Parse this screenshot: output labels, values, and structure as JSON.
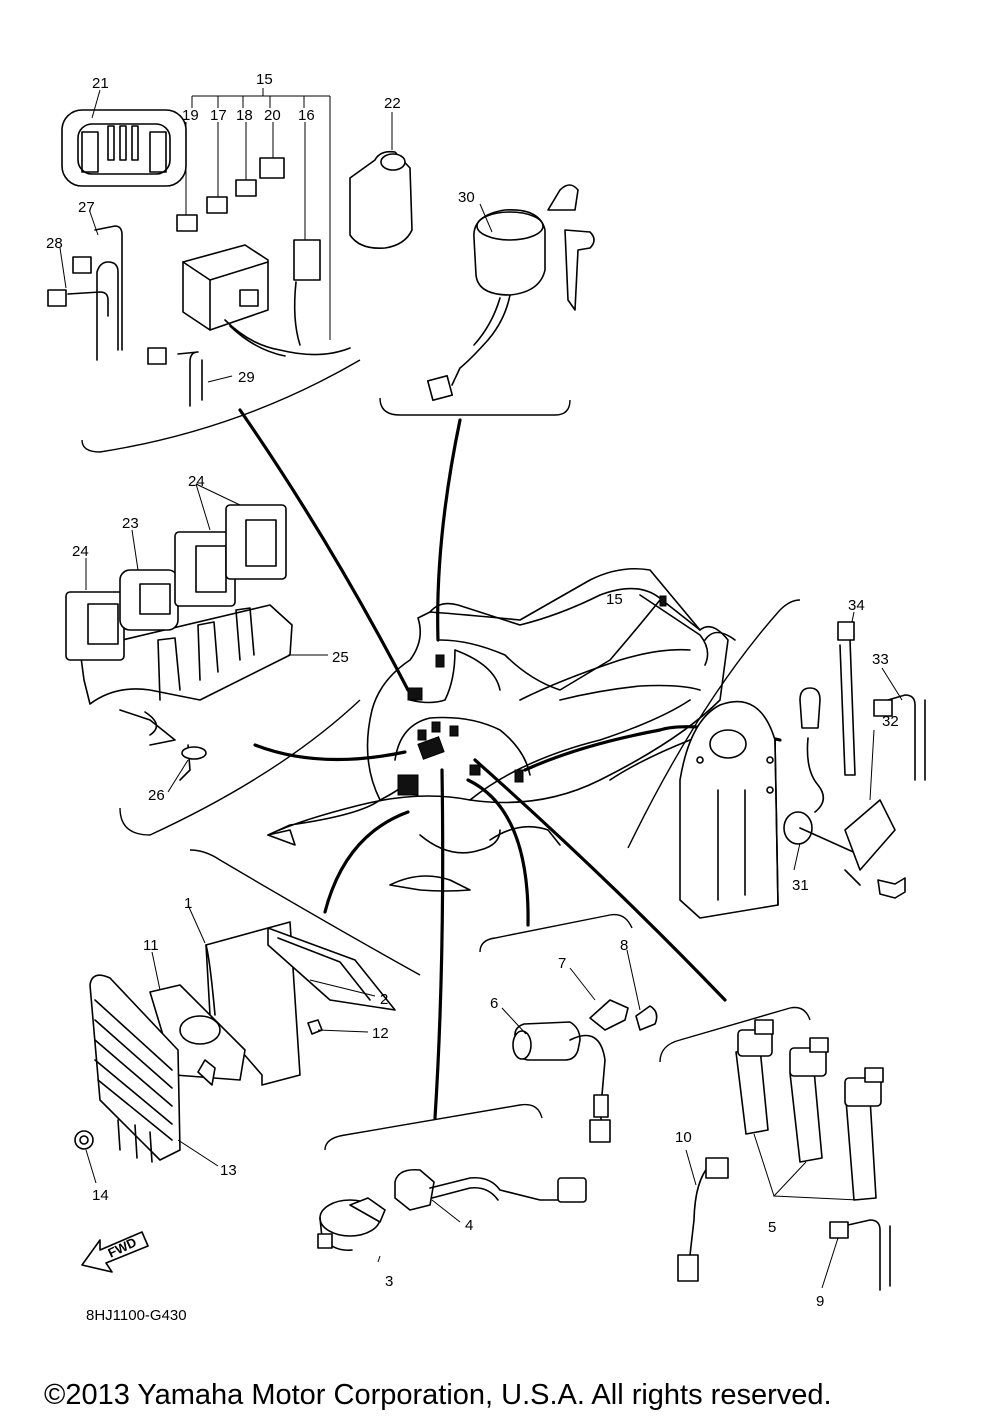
{
  "diagram": {
    "part_numbers": [
      "1",
      "2",
      "3",
      "4",
      "5",
      "6",
      "7",
      "8",
      "9",
      "10",
      "11",
      "12",
      "13",
      "14",
      "15",
      "16",
      "17",
      "18",
      "19",
      "20",
      "21",
      "22",
      "23",
      "24",
      "25",
      "26",
      "27",
      "28",
      "29",
      "30",
      "31",
      "32",
      "33",
      "34"
    ],
    "part_code": "8HJ1100-G430",
    "fwd_label": "FWD",
    "copyright": "©2013 Yamaha Motor Corporation, U.S.A. All rights reserved."
  }
}
